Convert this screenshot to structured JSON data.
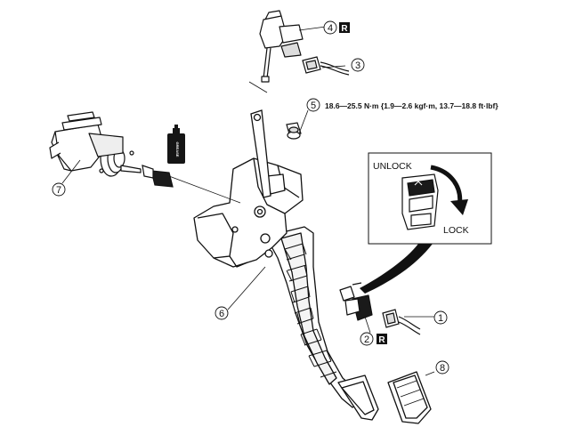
{
  "callouts": {
    "c1": "1",
    "c2": "2",
    "c3": "3",
    "c4": "4",
    "c5": "5",
    "c6": "6",
    "c7": "7",
    "c8": "8"
  },
  "replace_badge": "R",
  "torque_spec": "18.6—25.5 N·m {1.9—2.6 kgf·m, 13.7—18.8 ft·lbf}",
  "inset": {
    "unlock_label": "UNLOCK",
    "lock_label": "LOCK"
  },
  "grease_label": "GREASE"
}
